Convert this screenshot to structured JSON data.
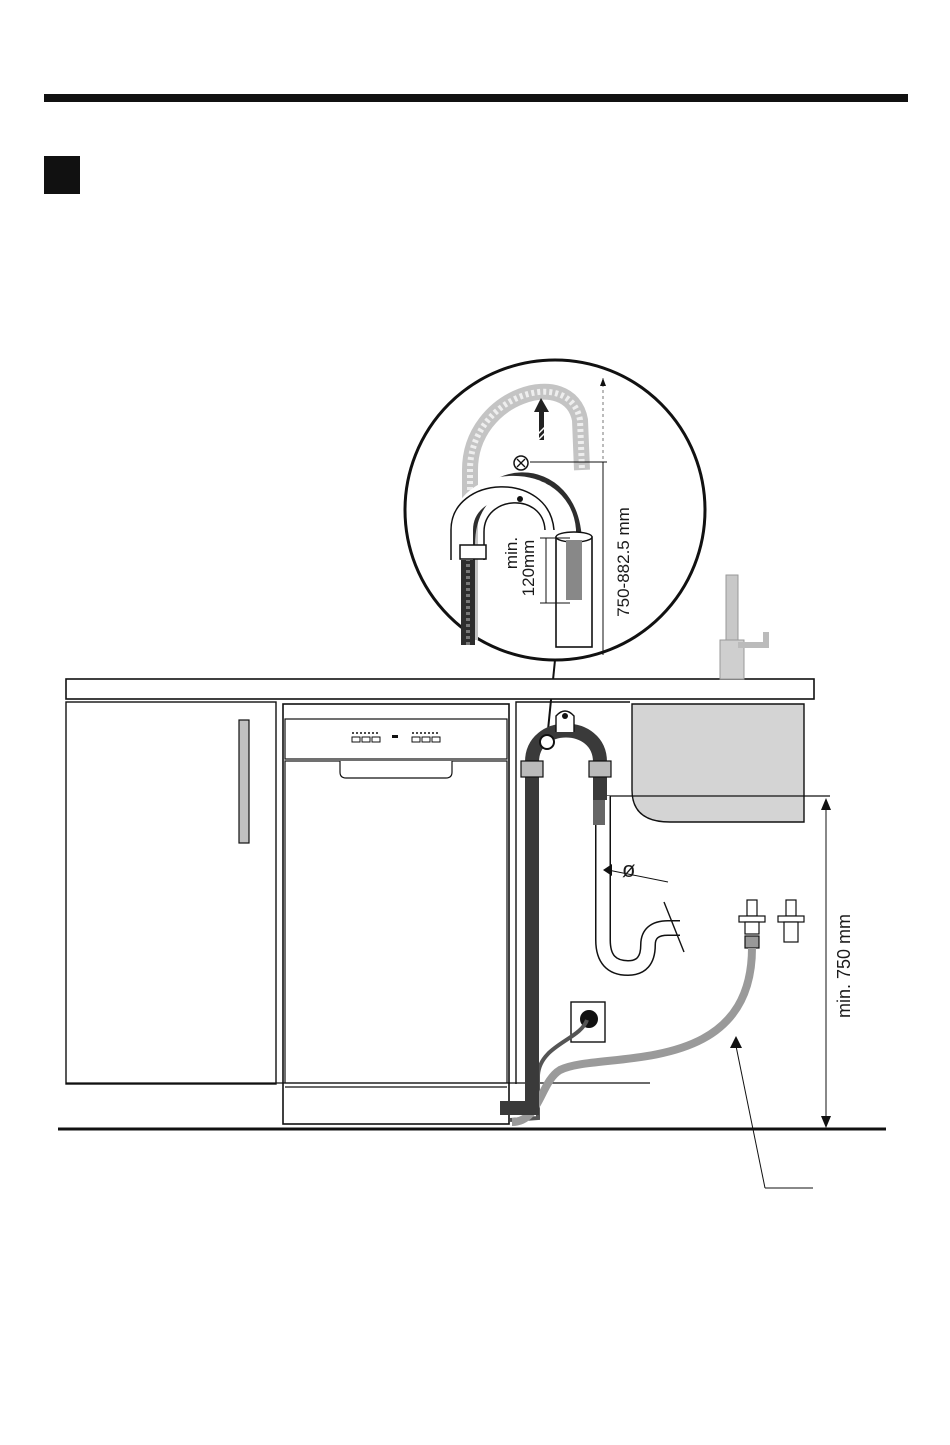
{
  "labels": {
    "detail_min": "min.",
    "detail_min_value": "120mm",
    "detail_height_range": "750-882.5 mm",
    "diameter_symbol": "ø",
    "min_height": "min. 750 mm"
  },
  "colors": {
    "ink": "#111111",
    "drain_hose": "#3a3a3a",
    "inlet_hose": "#9a9a9a",
    "light_hose": "#c4c4c4",
    "panel_fill": "#d4d4d4",
    "handle_fill": "#c0c0c0"
  },
  "icons": {
    "section_marker": "black-square-icon",
    "lift_arrow": "up-arrow-icon"
  }
}
